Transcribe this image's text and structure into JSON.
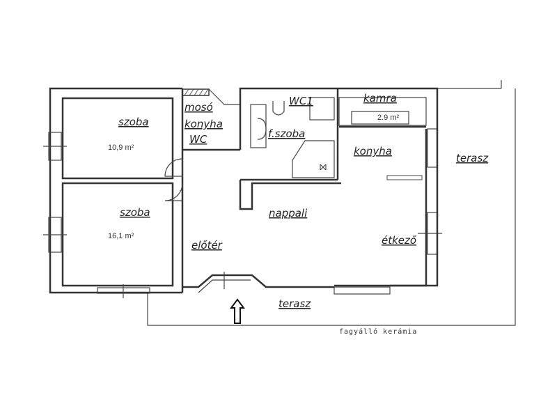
{
  "plan": {
    "rooms": [
      {
        "name": "szoba",
        "area": "10,9 m²"
      },
      {
        "name": "szoba",
        "area": "16,1 m²"
      },
      {
        "name": "mosó"
      },
      {
        "name": "konyha"
      },
      {
        "name": "WC"
      },
      {
        "name": "WC1"
      },
      {
        "name": "kamra",
        "area": "2.9 m²"
      },
      {
        "name": "f.szoba"
      },
      {
        "name": "konyha"
      },
      {
        "name": "terasz"
      },
      {
        "name": "nappali"
      },
      {
        "name": "előtér"
      },
      {
        "name": "étkező"
      },
      {
        "name": "terasz"
      }
    ],
    "note": "fagyálló kerámia"
  }
}
